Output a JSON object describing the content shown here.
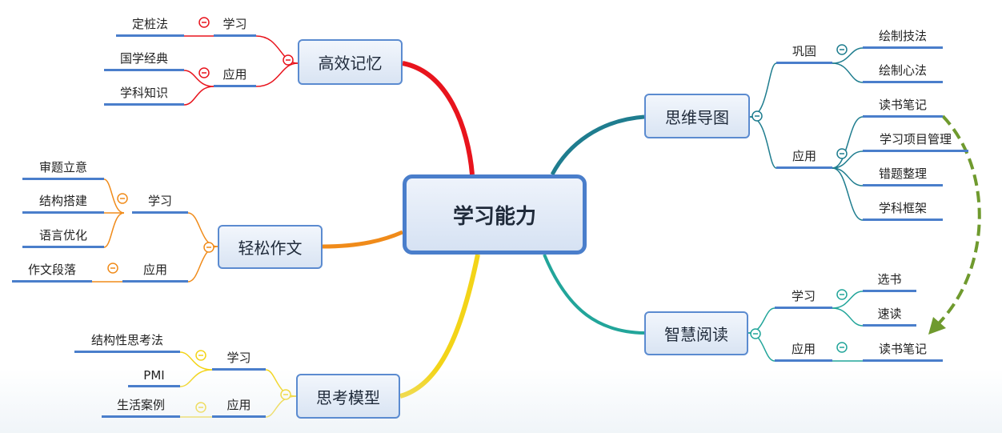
{
  "center": "学习能力",
  "topics": {
    "efficient_memory": "高效记忆",
    "easy_writing": "轻松作文",
    "thinking_models": "思考模型",
    "mind_map": "思维导图",
    "smart_reading": "智慧阅读"
  },
  "memory": {
    "learn": "学习",
    "apply": "应用",
    "peg_method": "定桩法",
    "classics": "国学经典",
    "subject_knowledge": "学科知识"
  },
  "writing": {
    "learn": "学习",
    "apply": "应用",
    "theme": "审题立意",
    "structure": "结构搭建",
    "language": "语言优化",
    "paragraph": "作文段落"
  },
  "thinking": {
    "learn": "学习",
    "apply": "应用",
    "structured": "结构性思考法",
    "pmi": "PMI",
    "life_cases": "生活案例"
  },
  "mindmap": {
    "consolidate": "巩固",
    "apply": "应用",
    "drawing_technique": "绘制技法",
    "drawing_mindset": "绘制心法",
    "reading_notes": "读书笔记",
    "project_mgmt": "学习项目管理",
    "mistakes": "错题整理",
    "framework": "学科框架"
  },
  "reading": {
    "learn": "学习",
    "apply": "应用",
    "choose_books": "选书",
    "speed_reading": "速读",
    "reading_notes": "读书笔记"
  },
  "colors": {
    "memory": "#e8141d",
    "writing": "#f08b1a",
    "thinking": "#f3d418",
    "mindmap": "#1f7d8f",
    "reading": "#22a59a",
    "node_line": "#4a7ecb",
    "arrow": "#6f9a2e"
  }
}
